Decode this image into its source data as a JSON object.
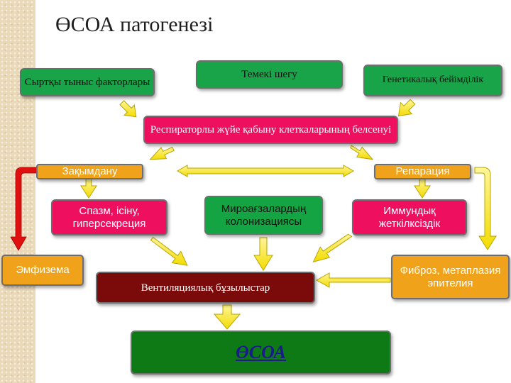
{
  "title": "ӨСОА патогенезі",
  "nodes": {
    "external_factors": "Сыртқы тыныс факторлары",
    "smoking": "Темекі шегу",
    "genetic": "Генетикалық бейімділік",
    "activation": "Респираторлы жүйе қабыну клеткаларының белсенуі",
    "damage": "Зақымдану",
    "repair": "Репарация",
    "spasm": "Спазм, ісіну, гиперсекреция",
    "colonization": "Мироағзалардың колонизациясы",
    "immune": "Иммундық жеткілксіздік",
    "emphysema": "Эмфизема",
    "fibrosis": "Фиброз, метаплазия эпителия",
    "ventilation": "Вентиляциялық бұзылыстар",
    "copd": "ӨСОА"
  },
  "colors": {
    "green_box": "#1aa44a",
    "pink_box": "#ee0f5f",
    "orange_box": "#f0a21a",
    "maroon_box": "#7b0a0a",
    "dark_green_box": "#0d7a16",
    "arrow_fill": "#f5e400",
    "arrow_red": "#e01010"
  }
}
